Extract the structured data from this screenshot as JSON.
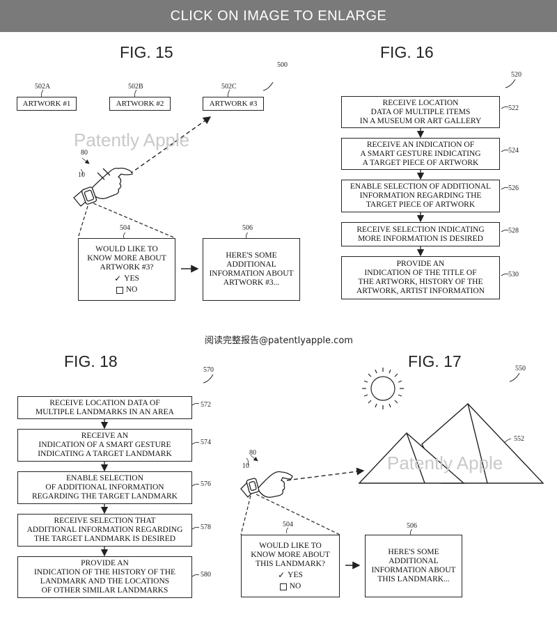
{
  "header": {
    "banner_text": "CLICK ON IMAGE TO ENLARGE"
  },
  "watermarks": [
    "Patently Apple",
    "Patently Apple"
  ],
  "footer_link": "阅读完整报告@patentlyapple.com",
  "fig15": {
    "title": "FIG. 15",
    "ref_main": "500",
    "artworks": [
      {
        "ref": "502A",
        "label": "ARTWORK #1"
      },
      {
        "ref": "502B",
        "label": "ARTWORK #2"
      },
      {
        "ref": "502C",
        "label": "ARTWORK #3"
      }
    ],
    "ref_hand": "80",
    "ref_watch": "10",
    "popup": {
      "ref": "504",
      "question": "WOULD LIKE TO\nKNOW MORE ABOUT\nARTWORK #3?",
      "yes": "YES",
      "no": "NO"
    },
    "info": {
      "ref": "506",
      "text": "HERE'S SOME\nADDITIONAL\nINFORMATION ABOUT\nARTWORK #3..."
    }
  },
  "fig16": {
    "title": "FIG. 16",
    "ref_main": "520",
    "steps": [
      {
        "ref": "522",
        "text": "RECEIVE LOCATION\nDATA OF MULTIPLE ITEMS\nIN A MUSEUM OR ART GALLERY"
      },
      {
        "ref": "524",
        "text": "RECEIVE AN INDICATION OF\nA SMART GESTURE INDICATING\nA TARGET PIECE OF ARTWORK"
      },
      {
        "ref": "526",
        "text": "ENABLE SELECTION OF ADDITIONAL\nINFORMATION REGARDING THE\nTARGET PIECE OF ARTWORK"
      },
      {
        "ref": "528",
        "text": "RECEIVE SELECTION INDICATING\nMORE INFORMATION IS DESIRED"
      },
      {
        "ref": "530",
        "text": "PROVIDE AN\nINDICATION OF THE TITLE OF\nTHE ARTWORK, HISTORY OF THE\nARTWORK, ARTIST INFORMATION"
      }
    ]
  },
  "fig18": {
    "title": "FIG. 18",
    "ref_main": "570",
    "steps": [
      {
        "ref": "572",
        "text": "RECEIVE LOCATION DATA OF\nMULTIPLE LANDMARKS IN AN AREA"
      },
      {
        "ref": "574",
        "text": "RECEIVE AN\nINDICATION OF A SMART GESTURE\nINDICATING A TARGET LANDMARK"
      },
      {
        "ref": "576",
        "text": "ENABLE SELECTION\nOF ADDITIONAL INFORMATION\nREGARDING THE TARGET LANDMARK"
      },
      {
        "ref": "578",
        "text": "RECEIVE SELECTION THAT\nADDITIONAL INFORMATION REGARDING\nTHE TARGET LANDMARK IS DESIRED"
      },
      {
        "ref": "580",
        "text": "PROVIDE AN\nINDICATION OF THE HISTORY OF THE\nLANDMARK AND THE LOCATIONS\nOF OTHER SIMILAR LANDMARKS"
      }
    ]
  },
  "fig17": {
    "title": "FIG. 17",
    "ref_main": "550",
    "ref_pyramids": "552",
    "ref_hand": "80",
    "ref_watch": "10",
    "popup": {
      "ref": "504",
      "question": "WOULD LIKE TO\nKNOW MORE ABOUT\nTHIS LANDMARK?",
      "yes": "YES",
      "no": "NO"
    },
    "info": {
      "ref": "506",
      "text": "HERE'S SOME\nADDITIONAL\nINFORMATION ABOUT\nTHIS LANDMARK..."
    }
  }
}
